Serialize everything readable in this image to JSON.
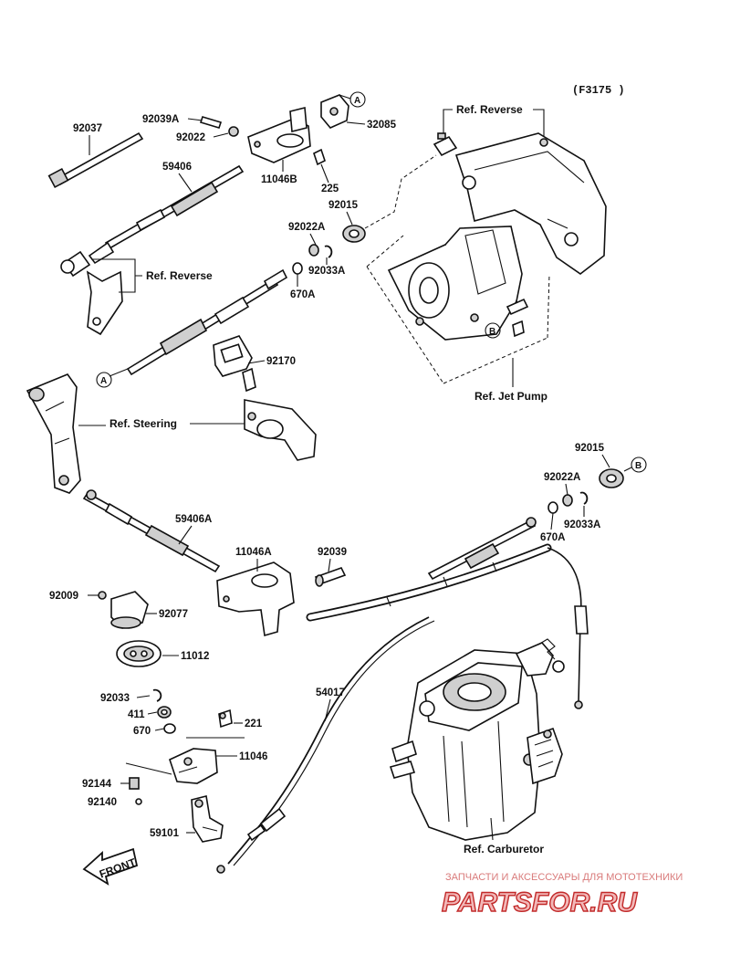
{
  "diagram_code": "(F3175 )",
  "parts": {
    "p92037": "92037",
    "p92039A": "92039A",
    "p92022": "92022",
    "p32085": "32085",
    "p11046B": "11046B",
    "p225": "225",
    "p59406": "59406",
    "p92015_top": "92015",
    "p92022A_top": "92022A",
    "p92033A_top": "92033A",
    "p670A_top": "670A",
    "p92170": "92170",
    "p92015_mid": "92015",
    "p92022A_mid": "92022A",
    "p92033A_mid": "92033A",
    "p670A_mid": "670A",
    "p59406A": "59406A",
    "p11046A": "11046A",
    "p92039": "92039",
    "p92009": "92009",
    "p92077": "92077",
    "p11012": "11012",
    "p54017": "54017",
    "p92033": "92033",
    "p411": "411",
    "p670": "670",
    "p221": "221",
    "p11046": "11046",
    "p92144": "92144",
    "p92140": "92140",
    "p59101": "59101"
  },
  "refs": {
    "ref_reverse_top": "Ref. Reverse",
    "ref_reverse_left": "Ref. Reverse",
    "ref_jet_pump": "Ref. Jet Pump",
    "ref_steering": "Ref. Steering",
    "ref_carburetor": "Ref. Carburetor"
  },
  "markers": {
    "a1": "A",
    "a2": "A",
    "b1": "B",
    "b2": "B"
  },
  "front_label": "FRONT",
  "watermark": {
    "caption": "ЗАПЧАСТИ И АКСЕССУАРЫ ДЛЯ МОТОТЕХНИКИ",
    "brand": "PARTSFOR.RU"
  }
}
